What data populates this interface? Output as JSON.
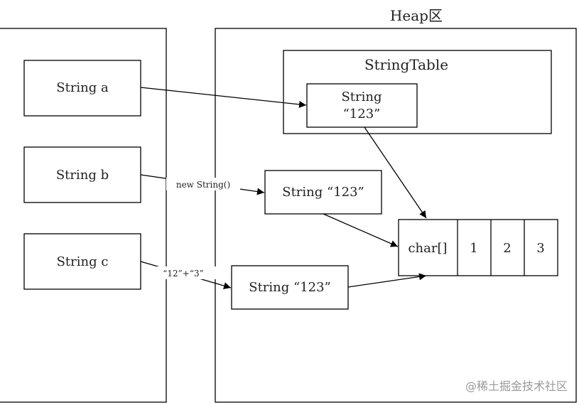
{
  "heap_title": "Heap区",
  "string_table_label": "StringTable",
  "stack_vars": {
    "a": "String a",
    "b": "String b",
    "c": "String c"
  },
  "pool_string": {
    "line1": "String",
    "line2": "“123”"
  },
  "heap_string_b": "String “123”",
  "heap_string_c": "String “123”",
  "edge_labels": {
    "new_string": "new String()",
    "concat": "“12”+“3”"
  },
  "char_array": {
    "label": "char[]",
    "cells": [
      "1",
      "2",
      "3"
    ]
  },
  "watermark": "@稀土掘金技术社区"
}
